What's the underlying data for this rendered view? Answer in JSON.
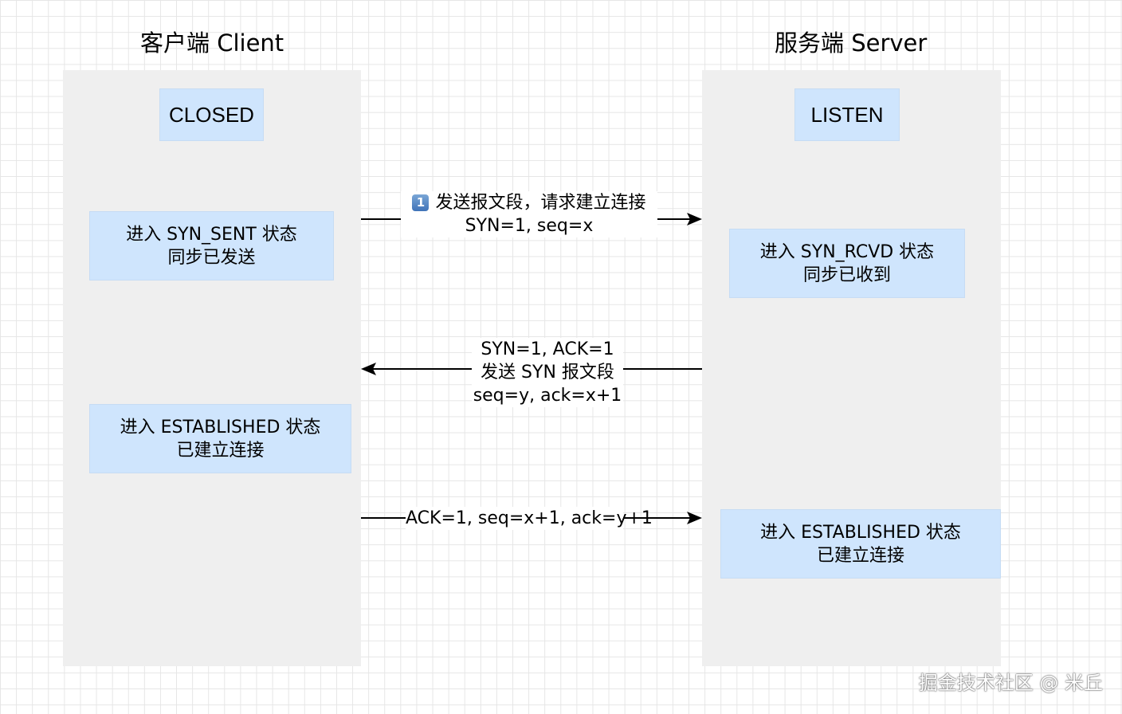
{
  "client": {
    "title": "客户端 Client",
    "state": "CLOSED"
  },
  "server": {
    "title": "服务端 Server",
    "state": "LISTEN"
  },
  "steps": {
    "client_syn_sent": {
      "line1": "进入 SYN_SENT 状态",
      "line2": "同步已发送"
    },
    "server_syn_rcvd": {
      "line1": "进入 SYN_RCVD 状态",
      "line2": "同步已收到"
    },
    "client_established": {
      "line1": "进入 ESTABLISHED 状态",
      "line2": "已建立连接"
    },
    "server_established": {
      "line1": "进入 ESTABLISHED 状态",
      "line2": "已建立连接"
    }
  },
  "messages": {
    "m1": {
      "badge": "1",
      "line1": "发送报文段，请求建立连接",
      "line2": "SYN=1, seq=x"
    },
    "m2": {
      "line1": "SYN=1, ACK=1",
      "line2": "发送 SYN 报文段",
      "line3": "seq=y, ack=x+1"
    },
    "m3": {
      "line1": "ACK=1, seq=x+1, ack=y+1"
    }
  },
  "watermark": "掘金技术社区 @ 米丘"
}
